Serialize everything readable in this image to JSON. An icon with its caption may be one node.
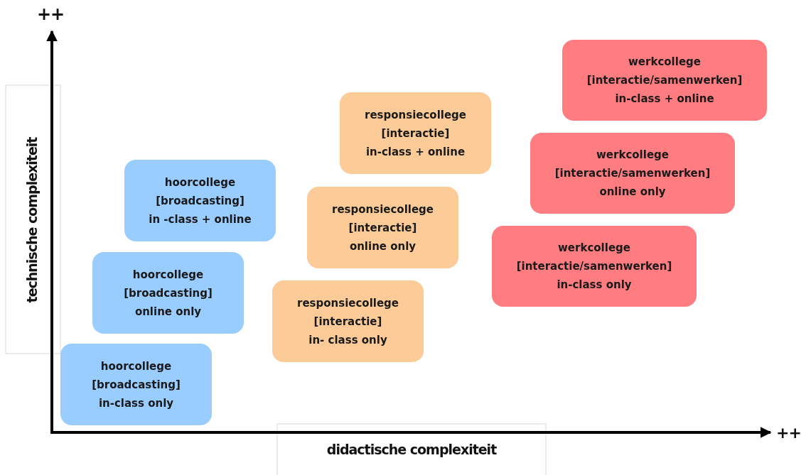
{
  "diagram": {
    "nodes": [
      {
        "text": [
          "werkcollege",
          "[interactie/samenwerken]",
          "in-class + online"
        ]
      },
      {
        "text": [
          "responsiecollege",
          "[interactie]",
          "in-class + online"
        ]
      },
      {
        "text": [
          "werkcollege",
          "[interactie/samenwerken]",
          "online only"
        ]
      },
      {
        "text": [
          "hoorcollege",
          "[broadcasting]",
          "in -class + online"
        ]
      },
      {
        "text": [
          "responsiecollege",
          "[interactie]",
          "online only"
        ]
      },
      {
        "text": [
          "werkcollege",
          "[interactie/samenwerken]",
          "in-class only"
        ]
      },
      {
        "text": [
          "hoorcollege",
          "[broadcasting]",
          "online only"
        ]
      },
      {
        "text": [
          "responsiecollege",
          "[interactie]",
          "in- class only"
        ]
      },
      {
        "text": [
          "hoorcollege",
          "[broadcasting]",
          "in-class only"
        ]
      }
    ],
    "edges": [],
    "labels": [
      "++",
      "technische complexiteit",
      "++",
      "didactische complexiteit"
    ]
  }
}
